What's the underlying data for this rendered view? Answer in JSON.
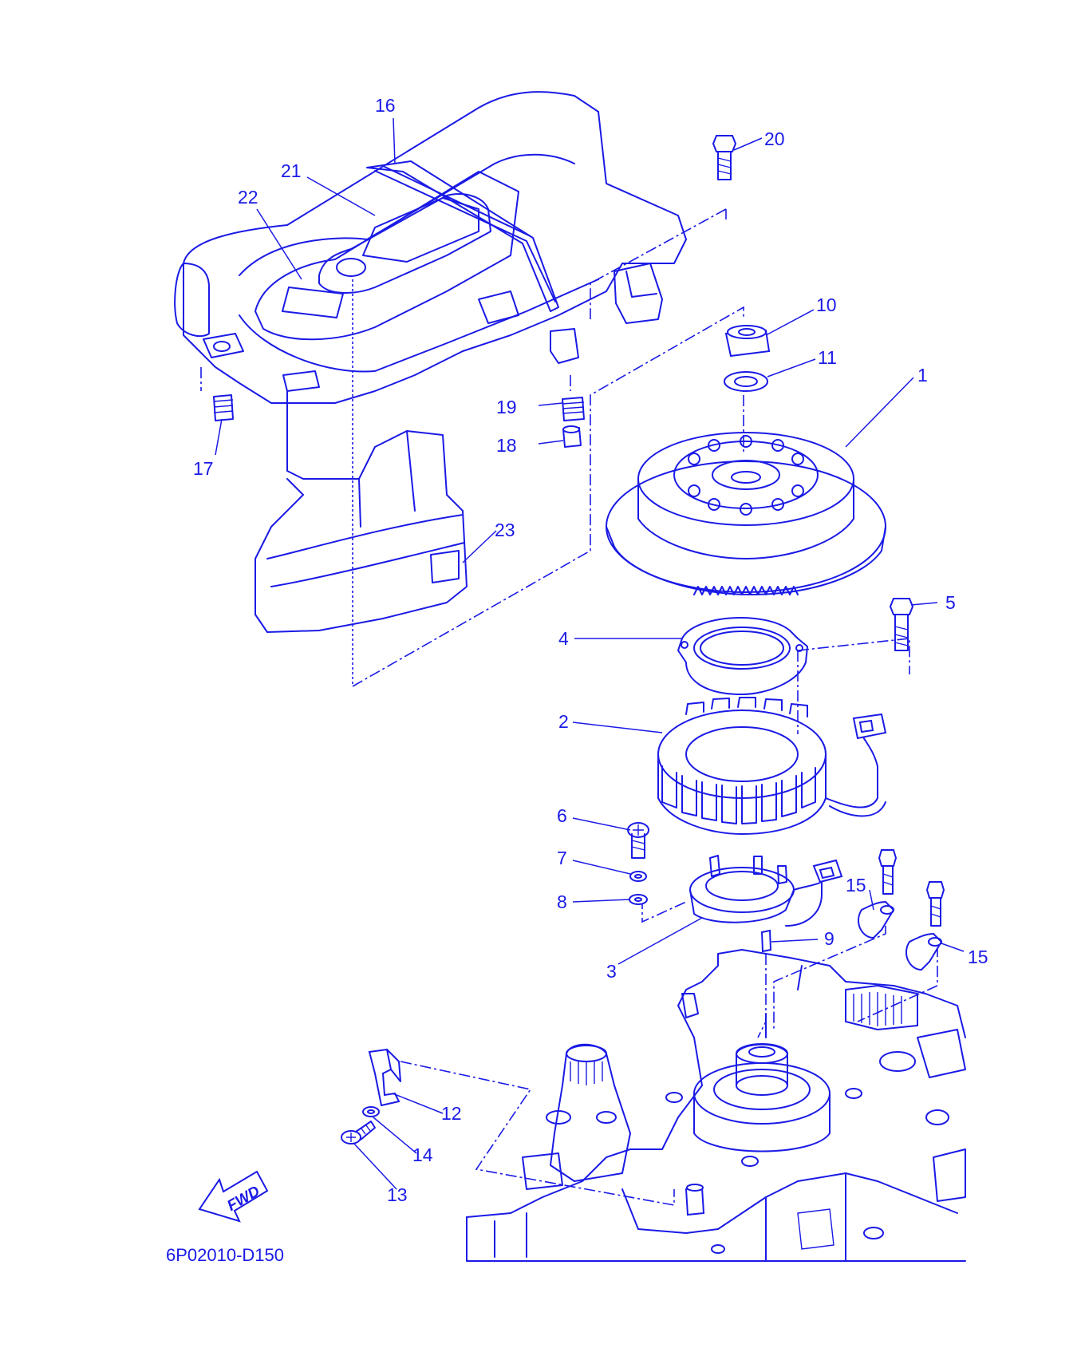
{
  "diagram": {
    "drawing_code": "6P02010-D150",
    "fwd_label": "FWD",
    "callouts": {
      "c1": "1",
      "c2": "2",
      "c3": "3",
      "c4": "4",
      "c5": "5",
      "c6": "6",
      "c7": "7",
      "c8": "8",
      "c9": "9",
      "c10": "10",
      "c11": "11",
      "c12": "12",
      "c13": "13",
      "c14": "14",
      "c15a": "15",
      "c15b": "15",
      "c16": "16",
      "c17": "17",
      "c18": "18",
      "c19": "19",
      "c20": "20",
      "c21": "21",
      "c22": "22",
      "c23": "23"
    },
    "line_color": "#1a1ae6",
    "background": "#ffffff"
  }
}
